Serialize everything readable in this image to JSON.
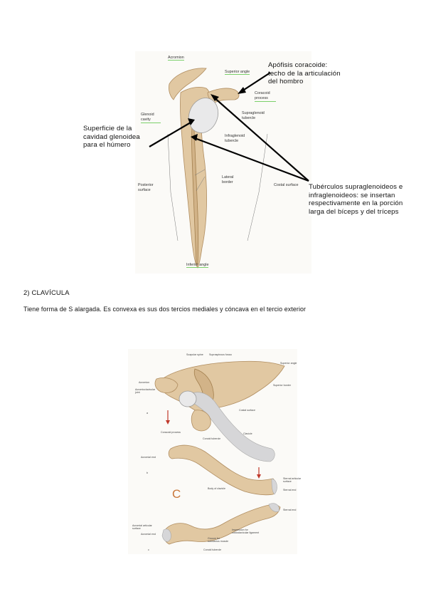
{
  "figure1": {
    "labels": {
      "acromion": "Acromion",
      "superior_angle": "Superior angle",
      "coracoid_process": "Coracoid process",
      "supraglenoid_tubercle": "Supraglenoid tubercle",
      "glenoid_cavity": "Glenoid cavity",
      "infraglenoid_tubercle": "Infraglenoid tubercle",
      "posterior_surface": "Posterior surface",
      "lateral_border": "Lateral border",
      "costal_surface": "Costal surface",
      "inferior_angle": "Inferior angle"
    },
    "annotations": {
      "coracoid": [
        "Apófisis coracoide:",
        "techo de la articulación",
        "del hombro"
      ],
      "glenoid": [
        "Superficie de la",
        "cavidad glenoidea",
        "para el húmero"
      ],
      "tubercles": [
        "Tubérculos supraglenoideos e",
        "infraglenoideos: se insertan",
        "respectivamente en la porción",
        "larga del bíceps y del tríceps"
      ]
    }
  },
  "section": {
    "heading": "2) CLAVÍCULA",
    "description": "Tiene forma de S alargada. Es convexa es sus dos tercios mediales y cóncava en el tercio exterior"
  },
  "figure2": {
    "labels": {
      "scapular_spine": "Scapular spine",
      "supraspinous_fossa": "Supraspinous fossa",
      "superior_angle": "Superior angle",
      "acromion": "Acromion",
      "acromioclavicular_joint": "Acromioclavicular joint",
      "superior_border": "Superior border",
      "costal_surface": "Costal surface",
      "coracoid_process": "Coracoid process",
      "conoid_tubercle": "Conoid tubercle",
      "clavicle": "Clavicle",
      "acromial_end": "Acromial end",
      "body_of_clavicle": "Body of clavicle",
      "sternal_articular_surface": "Sternal articular surface",
      "sternal_end": "Sternal end",
      "acromial_articular_surface": "Acromial articular surface",
      "groove_subclavius": "Groove for subclavius muscle",
      "impression_costoclavicular": "Impression for costoclavicular ligament",
      "panel_a": "a",
      "panel_b": "b",
      "panel_c": "c",
      "big_letter": "C"
    }
  }
}
